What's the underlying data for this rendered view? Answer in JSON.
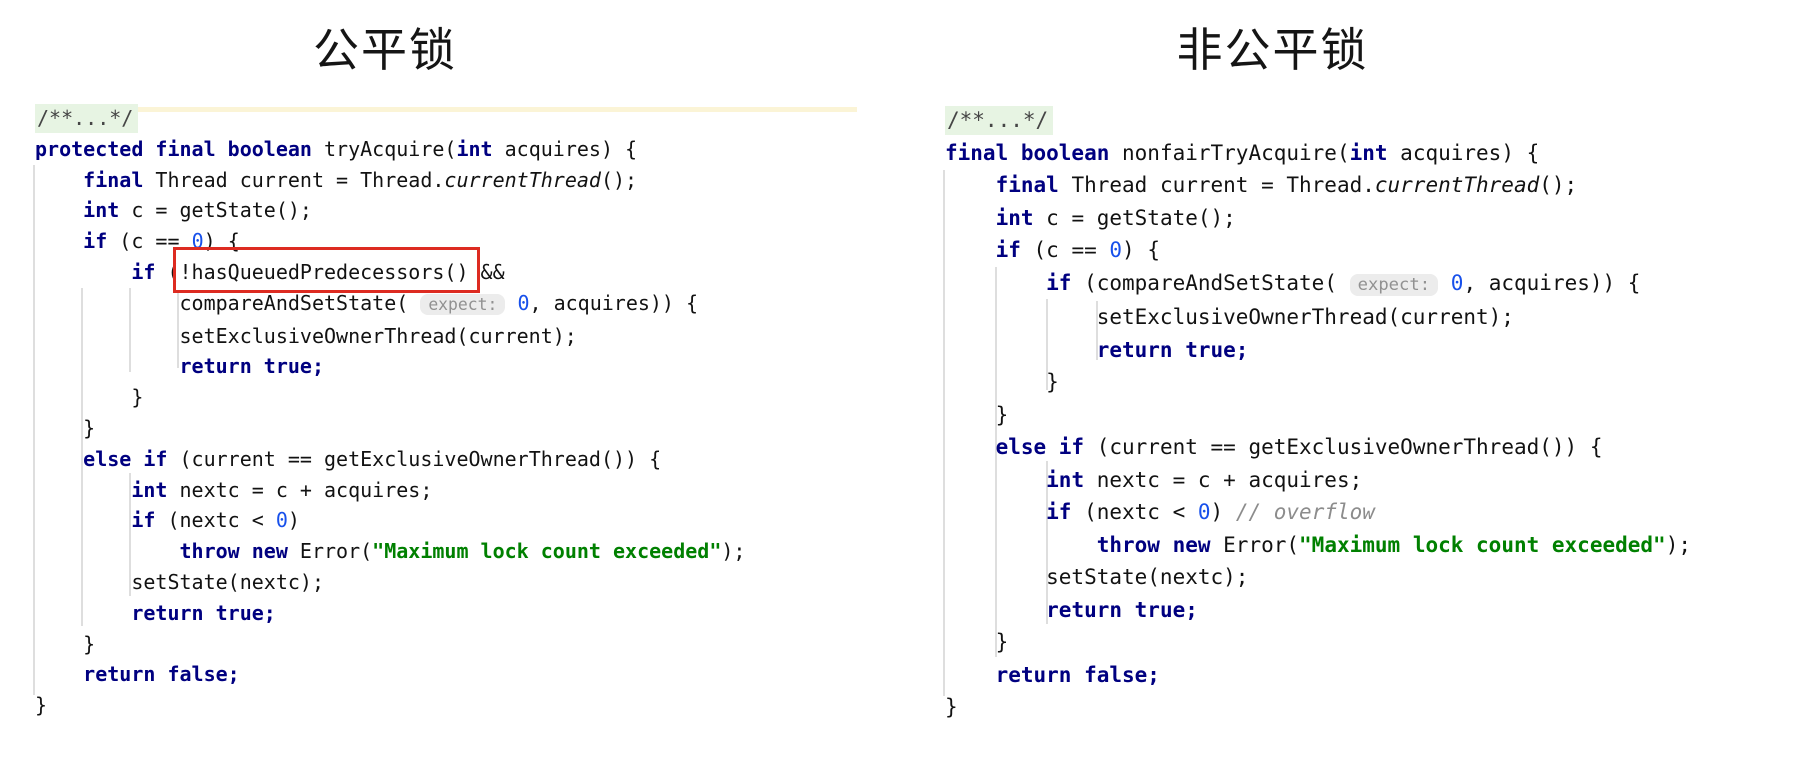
{
  "left_panel": {
    "title": "公平锁",
    "code_lines": [
      [
        {
          "t": "/**...*/",
          "c": "doc"
        }
      ],
      [
        {
          "t": "protected final boolean",
          "c": "k"
        },
        {
          "t": " tryAcquire(",
          "c": "pl"
        },
        {
          "t": "int",
          "c": "k"
        },
        {
          "t": " acquires) {",
          "c": "pl"
        }
      ],
      [
        {
          "t": "    ",
          "c": "pl"
        },
        {
          "t": "final",
          "c": "k"
        },
        {
          "t": " Thread current = Thread.",
          "c": "pl"
        },
        {
          "t": "currentThread",
          "c": "it"
        },
        {
          "t": "();",
          "c": "pl"
        }
      ],
      [
        {
          "t": "    ",
          "c": "pl"
        },
        {
          "t": "int",
          "c": "k"
        },
        {
          "t": " c = getState();",
          "c": "pl"
        }
      ],
      [
        {
          "t": "    ",
          "c": "pl"
        },
        {
          "t": "if",
          "c": "k"
        },
        {
          "t": " (c == ",
          "c": "pl"
        },
        {
          "t": "0",
          "c": "n"
        },
        {
          "t": ") {",
          "c": "pl"
        }
      ],
      [
        {
          "t": "        ",
          "c": "pl"
        },
        {
          "t": "if",
          "c": "k"
        },
        {
          "t": " (",
          "c": "pl"
        },
        {
          "t": "!hasQueuedPredecessors()",
          "c": "rb"
        },
        {
          "t": " &&",
          "c": "pl"
        }
      ],
      [
        {
          "t": "            compareAndSetState( ",
          "c": "pl"
        },
        {
          "t": "expect:",
          "c": "hint"
        },
        {
          "t": " ",
          "c": "pl"
        },
        {
          "t": "0",
          "c": "n"
        },
        {
          "t": ", acquires)) {",
          "c": "pl"
        }
      ],
      [
        {
          "t": "            setExclusiveOwnerThread(current);",
          "c": "pl"
        }
      ],
      [
        {
          "t": "            ",
          "c": "pl"
        },
        {
          "t": "return true;",
          "c": "k"
        }
      ],
      [
        {
          "t": "        }",
          "c": "pl"
        }
      ],
      [
        {
          "t": "    }",
          "c": "pl"
        }
      ],
      [
        {
          "t": "    ",
          "c": "pl"
        },
        {
          "t": "else if",
          "c": "k"
        },
        {
          "t": " (current == getExclusiveOwnerThread()) {",
          "c": "pl"
        }
      ],
      [
        {
          "t": "        ",
          "c": "pl"
        },
        {
          "t": "int",
          "c": "k"
        },
        {
          "t": " nextc = c + acquires;",
          "c": "pl"
        }
      ],
      [
        {
          "t": "        ",
          "c": "pl"
        },
        {
          "t": "if",
          "c": "k"
        },
        {
          "t": " (nextc < ",
          "c": "pl"
        },
        {
          "t": "0",
          "c": "n"
        },
        {
          "t": ")",
          "c": "pl"
        }
      ],
      [
        {
          "t": "            ",
          "c": "pl"
        },
        {
          "t": "throw new",
          "c": "k"
        },
        {
          "t": " Error(",
          "c": "pl"
        },
        {
          "t": "\"Maximum lock count exceeded\"",
          "c": "s"
        },
        {
          "t": ");",
          "c": "pl"
        }
      ],
      [
        {
          "t": "        setState(nextc);",
          "c": "pl"
        }
      ],
      [
        {
          "t": "        ",
          "c": "pl"
        },
        {
          "t": "return true;",
          "c": "k"
        }
      ],
      [
        {
          "t": "    }",
          "c": "pl"
        }
      ],
      [
        {
          "t": "    ",
          "c": "pl"
        },
        {
          "t": "return false;",
          "c": "k"
        }
      ],
      [
        {
          "t": "}",
          "c": "pl"
        }
      ]
    ]
  },
  "right_panel": {
    "title": "非公平锁",
    "code_lines": [
      [
        {
          "t": "/**...*/",
          "c": "doc"
        }
      ],
      [
        {
          "t": "final boolean",
          "c": "k"
        },
        {
          "t": " nonfairTryAcquire(",
          "c": "pl"
        },
        {
          "t": "int",
          "c": "k"
        },
        {
          "t": " acquires) {",
          "c": "pl"
        }
      ],
      [
        {
          "t": "    ",
          "c": "pl"
        },
        {
          "t": "final",
          "c": "k"
        },
        {
          "t": " Thread current = Thread.",
          "c": "pl"
        },
        {
          "t": "currentThread",
          "c": "it"
        },
        {
          "t": "();",
          "c": "pl"
        }
      ],
      [
        {
          "t": "    ",
          "c": "pl"
        },
        {
          "t": "int",
          "c": "k"
        },
        {
          "t": " c = getState();",
          "c": "pl"
        }
      ],
      [
        {
          "t": "    ",
          "c": "pl"
        },
        {
          "t": "if",
          "c": "k"
        },
        {
          "t": " (c == ",
          "c": "pl"
        },
        {
          "t": "0",
          "c": "n"
        },
        {
          "t": ") {",
          "c": "pl"
        }
      ],
      [
        {
          "t": "        ",
          "c": "pl"
        },
        {
          "t": "if",
          "c": "k"
        },
        {
          "t": " (compareAndSetState( ",
          "c": "pl"
        },
        {
          "t": "expect:",
          "c": "hint"
        },
        {
          "t": " ",
          "c": "pl"
        },
        {
          "t": "0",
          "c": "n"
        },
        {
          "t": ", acquires)) {",
          "c": "pl"
        }
      ],
      [
        {
          "t": "            setExclusiveOwnerThread(current);",
          "c": "pl"
        }
      ],
      [
        {
          "t": "            ",
          "c": "pl"
        },
        {
          "t": "return true;",
          "c": "k"
        }
      ],
      [
        {
          "t": "        }",
          "c": "pl"
        }
      ],
      [
        {
          "t": "    }",
          "c": "pl"
        }
      ],
      [
        {
          "t": "    ",
          "c": "pl"
        },
        {
          "t": "else if",
          "c": "k"
        },
        {
          "t": " (current == getExclusiveOwnerThread()) {",
          "c": "pl"
        }
      ],
      [
        {
          "t": "        ",
          "c": "pl"
        },
        {
          "t": "int",
          "c": "k"
        },
        {
          "t": " nextc = c + acquires;",
          "c": "pl"
        }
      ],
      [
        {
          "t": "        ",
          "c": "pl"
        },
        {
          "t": "if",
          "c": "k"
        },
        {
          "t": " (nextc < ",
          "c": "pl"
        },
        {
          "t": "0",
          "c": "n"
        },
        {
          "t": ") ",
          "c": "pl"
        },
        {
          "t": "// overflow",
          "c": "cm"
        }
      ],
      [
        {
          "t": "            ",
          "c": "pl"
        },
        {
          "t": "throw new",
          "c": "k"
        },
        {
          "t": " Error(",
          "c": "pl"
        },
        {
          "t": "\"Maximum lock count exceeded\"",
          "c": "s"
        },
        {
          "t": ");",
          "c": "pl"
        }
      ],
      [
        {
          "t": "        setState(nextc);",
          "c": "pl"
        }
      ],
      [
        {
          "t": "        ",
          "c": "pl"
        },
        {
          "t": "return true;",
          "c": "k"
        }
      ],
      [
        {
          "t": "    }",
          "c": "pl"
        }
      ],
      [
        {
          "t": "    ",
          "c": "pl"
        },
        {
          "t": "return false;",
          "c": "k"
        }
      ],
      [
        {
          "t": "}",
          "c": "pl"
        }
      ]
    ]
  },
  "annotation": {
    "red_box_text": "!hasQueuedPredecessors()"
  },
  "colors": {
    "keyword": "#000080",
    "string": "#008000",
    "number": "#1750EB",
    "comment": "#8C8C8C",
    "doc_comment_bg": "#E7F4E3",
    "hint_bg": "#ECECEC",
    "hint_text": "#919191",
    "red_box": "#DD2B21",
    "indent_guide": "#DEDEDE",
    "partial_line_highlight": "#FBF4D6"
  }
}
